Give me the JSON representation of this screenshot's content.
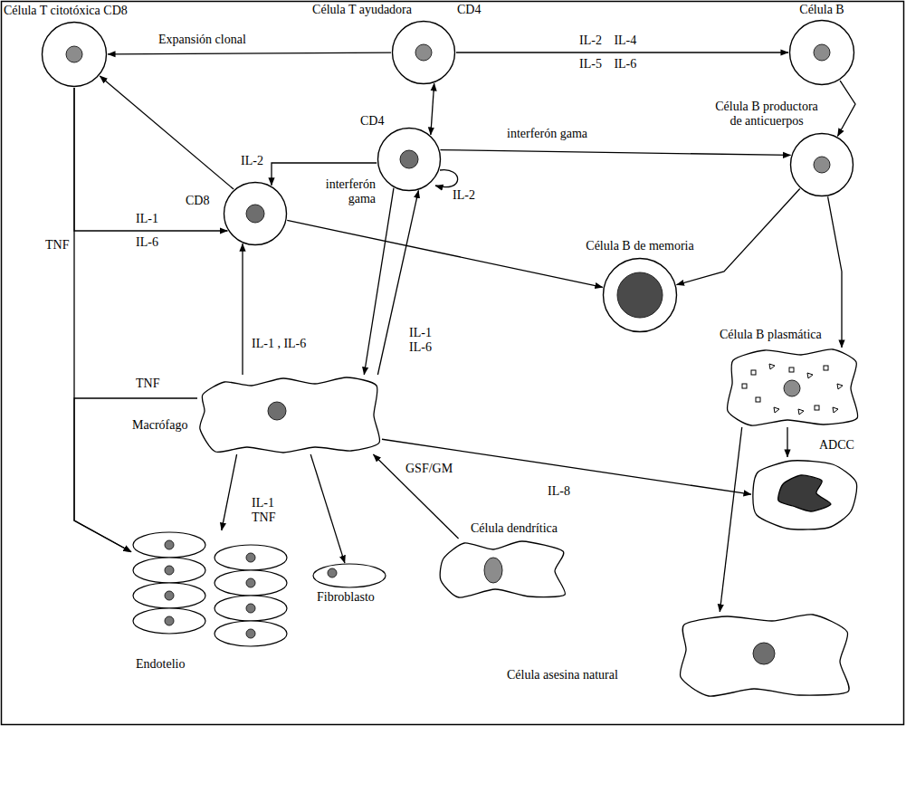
{
  "diagram": {
    "nodes": [
      {
        "text": [
          "Célula T citotóxica CD8"
        ]
      },
      {
        "text": [
          "Célula T ayudadora",
          "CD4"
        ]
      },
      {
        "text": [
          "Célula B"
        ]
      },
      {
        "text": [
          "CD4"
        ]
      },
      {
        "text": [
          "Célula B productora de anticuerpos"
        ]
      },
      {
        "text": [
          "CD8"
        ]
      },
      {
        "text": [
          "Célula B de memoria"
        ]
      },
      {
        "text": [
          "Célula B plasmática"
        ]
      },
      {
        "text": [
          "Macrófago"
        ]
      },
      {
        "text": [
          "ADCC"
        ]
      },
      {
        "text": [
          "Endotelio"
        ]
      },
      {
        "text": [
          "Fibroblasto"
        ]
      },
      {
        "text": [
          "Célula dendrítica"
        ]
      },
      {
        "text": [
          "Célula asesina natural"
        ]
      }
    ],
    "edges": [
      {
        "from": 1,
        "to": 0,
        "label": "Expansión clonal",
        "arrow": "to"
      },
      {
        "from": 1,
        "to": 2,
        "label": "IL-2 IL-4 IL-5 IL-6",
        "arrow": "to"
      },
      {
        "from": 2,
        "to": 4,
        "arrow": "to"
      },
      {
        "from": 1,
        "to": 3,
        "arrow": "both"
      },
      {
        "from": 3,
        "to": 5,
        "label": "IL-2",
        "arrow": "to"
      },
      {
        "from": 3,
        "to": 4,
        "label": "interferón gama",
        "arrow": "to"
      },
      {
        "from": 3,
        "to": 8,
        "label": "interferón gama",
        "arrow": "to"
      },
      {
        "from": 8,
        "to": 3,
        "label": "IL-1 IL-6",
        "arrow": "to"
      },
      {
        "from": 5,
        "to": 0,
        "arrow": "to"
      },
      {
        "from": 5,
        "to": 6,
        "arrow": "to"
      },
      {
        "from": 4,
        "to": 6,
        "arrow": "to"
      },
      {
        "from": 4,
        "to": 7,
        "arrow": "to"
      },
      {
        "from": 0,
        "to": 10,
        "label": "TNF",
        "arrow": "to"
      },
      {
        "from": 0,
        "to": 5,
        "label": "IL-1 IL-6",
        "arrow": "to"
      },
      {
        "from": 8,
        "to": 5,
        "label": "IL-1 , IL-6",
        "arrow": "to"
      },
      {
        "from": 8,
        "to": 10,
        "label": "TNF",
        "arrow": "to"
      },
      {
        "from": 8,
        "to": 10,
        "label": "IL-1 TNF",
        "arrow": "to"
      },
      {
        "from": 8,
        "to": 11,
        "arrow": "to"
      },
      {
        "from": 12,
        "to": 8,
        "arrow": "to"
      },
      {
        "from": 8,
        "to": 9,
        "label": "GSF/GM",
        "arrow": "to"
      },
      {
        "from": 7,
        "to": 9,
        "arrow": "to"
      },
      {
        "from": 7,
        "to": 13,
        "arrow": "to"
      }
    ],
    "labels": [
      "IL-2",
      "IL-8"
    ]
  }
}
